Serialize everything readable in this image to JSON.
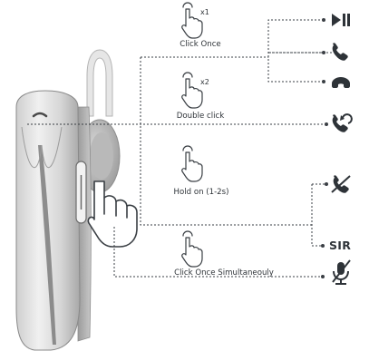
{
  "gestures": [
    {
      "id": "click-once",
      "icon": "tap-hand-icon",
      "multiplier": "x1",
      "label": "Click Once"
    },
    {
      "id": "double-click",
      "icon": "tap-hand-icon",
      "multiplier": "x2",
      "label": "Double click"
    },
    {
      "id": "hold-on",
      "icon": "tap-hand-icon",
      "multiplier": "",
      "label": "Hold on (1-2s)"
    },
    {
      "id": "click-simultaneously",
      "icon": "tap-hand-icon",
      "multiplier": "",
      "label": "Click Once Simultaneouly"
    }
  ],
  "functions": [
    {
      "id": "play-pause",
      "icon": "play-pause-icon",
      "text": ""
    },
    {
      "id": "answer-call",
      "icon": "phone-answer-icon",
      "text": ""
    },
    {
      "id": "end-call",
      "icon": "phone-hangup-icon",
      "text": ""
    },
    {
      "id": "redial",
      "icon": "redial-icon",
      "text": ""
    },
    {
      "id": "reject-call",
      "icon": "phone-reject-icon",
      "text": ""
    },
    {
      "id": "voice-assistant",
      "icon": "",
      "text": "SIR"
    },
    {
      "id": "mute",
      "icon": "mic-mute-icon",
      "text": ""
    }
  ],
  "device": {
    "name": "bluetooth-headset",
    "icon": "headset-icon"
  },
  "colors": {
    "ink": "#2e3338",
    "line": "#3a3f44",
    "body_light": "#e4e4e4",
    "body_dark": "#a9a9a9",
    "accent_groove": "#707070"
  }
}
